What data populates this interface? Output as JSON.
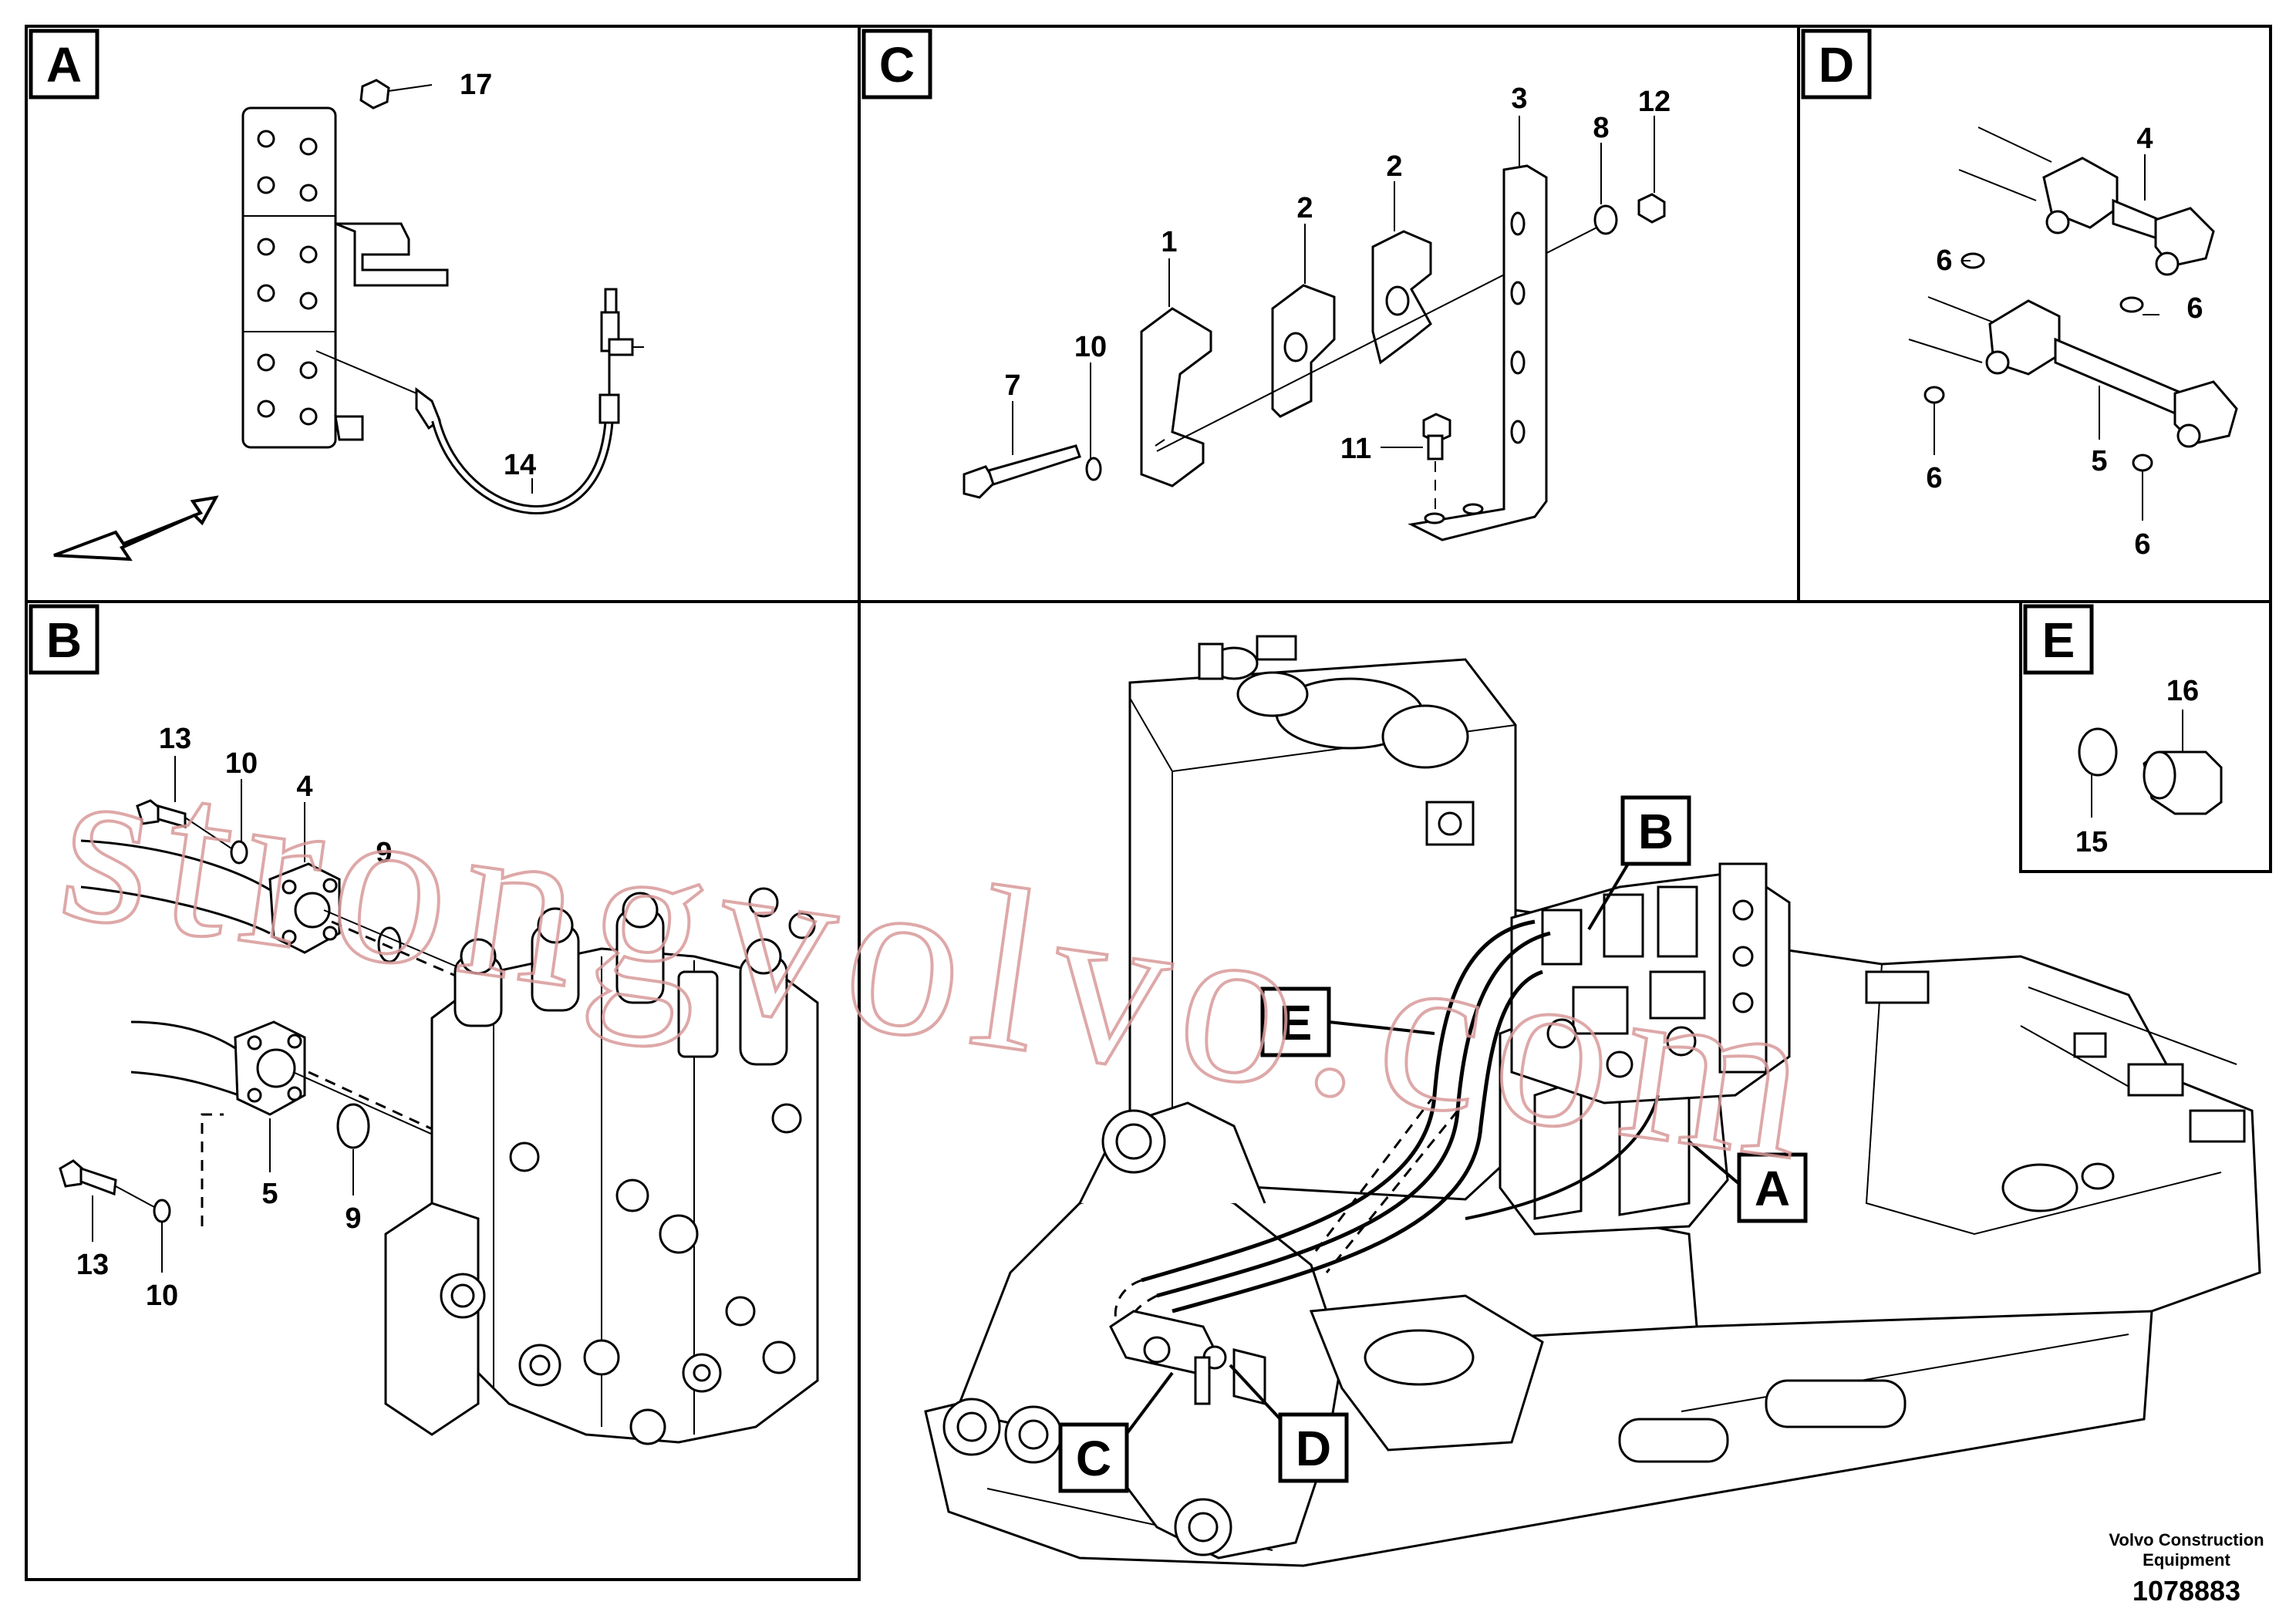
{
  "panels": {
    "A": {
      "letter": "A"
    },
    "B": {
      "letter": "B"
    },
    "C": {
      "letter": "C"
    },
    "D": {
      "letter": "D"
    },
    "E": {
      "letter": "E"
    }
  },
  "overview_tags": {
    "A": "A",
    "B": "B",
    "C": "C",
    "D": "D",
    "E": "E"
  },
  "callouts": {
    "a17": "17",
    "a14": "14",
    "b13_top": "13",
    "b10_top": "10",
    "b4": "4",
    "b9_top": "9",
    "b5": "5",
    "b9": "9",
    "b13": "13",
    "b10": "10",
    "c3": "3",
    "c8": "8",
    "c12": "12",
    "c2_left": "2",
    "c2_right": "2",
    "c1": "1",
    "c10": "10",
    "c7": "7",
    "c11": "11",
    "d4": "4",
    "d6_a": "6",
    "d6_b": "6",
    "d6_c": "6",
    "d5": "5",
    "d6_d": "6",
    "e16": "16",
    "e15": "15"
  },
  "footer": {
    "brand_line1": "Volvo Construction",
    "brand_line2": "Equipment",
    "ref_number": "1078883"
  },
  "watermark": "strongvolvo.com"
}
